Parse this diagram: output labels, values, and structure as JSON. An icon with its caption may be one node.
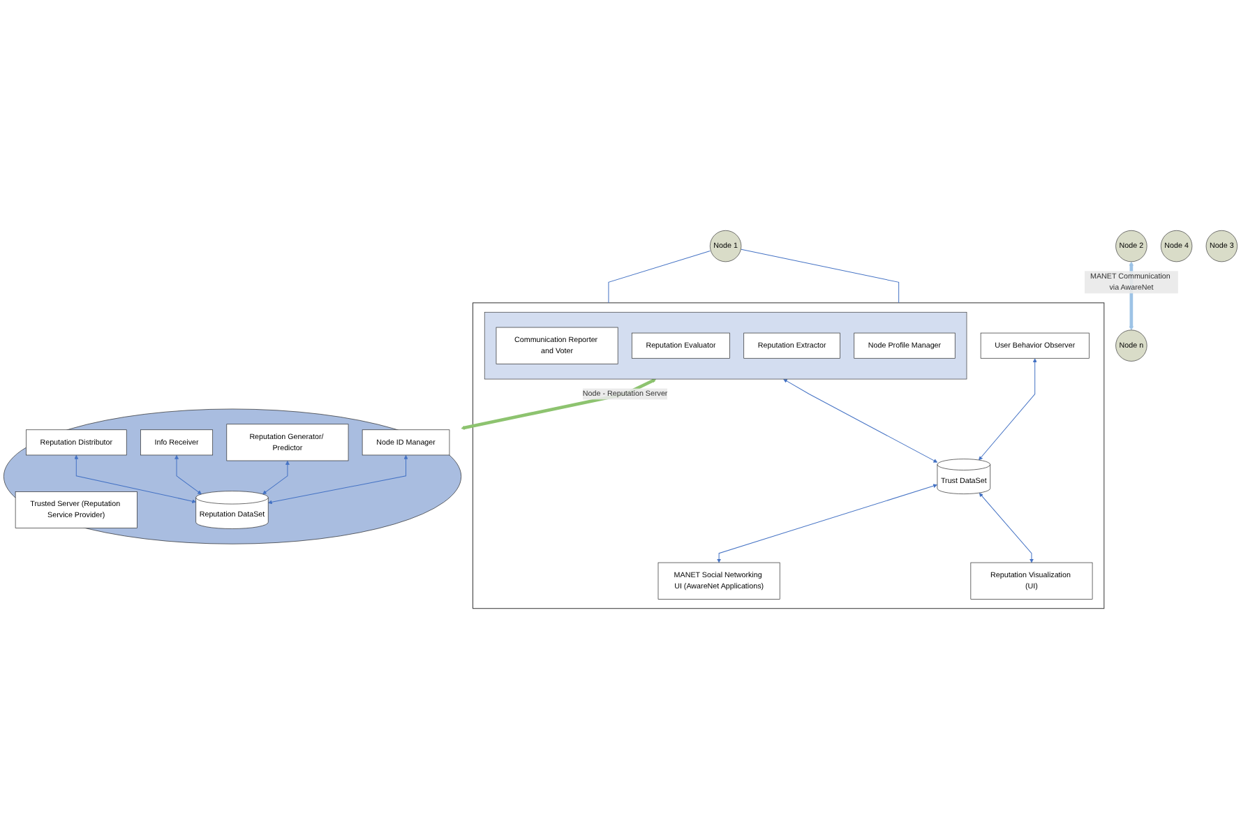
{
  "diagram": {
    "nodes": [
      {
        "text": [],
        "shape": "box"
      },
      {
        "text": [],
        "shape": "box",
        "in": 0
      },
      {
        "text": [
          "Communication Reporter and Voter"
        ],
        "in": 1
      },
      {
        "text": [
          "Reputation Evaluator"
        ],
        "in": 1
      },
      {
        "text": [
          "Reputation Extractor"
        ],
        "in": 1
      },
      {
        "text": [
          "Node Profile Manager"
        ],
        "in": 1
      },
      {
        "text": [
          "User Behavior Observer"
        ],
        "in": 0
      },
      {
        "text": [
          "Trust DataSet"
        ],
        "in": 0
      },
      {
        "text": [
          "MANET Social Networking UI (AwareNet Applications)"
        ],
        "in": 0
      },
      {
        "text": [
          "Reputation Visualization (UI)"
        ],
        "in": 0
      },
      {
        "text": [
          "Node 1"
        ]
      },
      {
        "text": [
          "Node n"
        ]
      },
      {
        "text": [
          "Node 2"
        ]
      },
      {
        "text": [
          "Node 4"
        ]
      },
      {
        "text": [
          "Node 3"
        ]
      },
      {
        "text": [],
        "shape": "ellipse"
      },
      {
        "text": [
          "Trusted Server (Reputation Service Provider)"
        ],
        "in": 15
      },
      {
        "text": [
          "Reputation Distributor"
        ],
        "in": 15
      },
      {
        "text": [
          "Info Receiver"
        ],
        "in": 15
      },
      {
        "text": [
          "Reputation Generator/ Predictor"
        ],
        "in": 15
      },
      {
        "text": [
          "Node ID Manager"
        ],
        "in": 15
      },
      {
        "text": [
          "Reputation DataSet"
        ],
        "in": 15
      }
    ],
    "edges": [
      {
        "from": 1,
        "to": 7,
        "arrow": "both"
      },
      {
        "from": 6,
        "to": 7,
        "arrow": "both"
      },
      {
        "from": 7,
        "to": 8,
        "arrow": "both"
      },
      {
        "from": 7,
        "to": 9,
        "arrow": "both"
      },
      {
        "from": 10,
        "to": 0,
        "arrow": "none"
      },
      {
        "from": 10,
        "to": 0,
        "arrow": "none"
      },
      {
        "from": 12,
        "to": 11,
        "arrow": "both",
        "label": "MANET Communication via AwareNet",
        "style": "thick",
        "color": "#9dc3e6"
      },
      {
        "from": 1,
        "to": 15,
        "arrow": "both",
        "label": "Node - Reputation Server",
        "style": "thick",
        "color": "#8dc36f"
      },
      {
        "from": 17,
        "to": 21,
        "arrow": "both"
      },
      {
        "from": 18,
        "to": 21,
        "arrow": "both"
      },
      {
        "from": 19,
        "to": 21,
        "arrow": "both"
      },
      {
        "from": 20,
        "to": 21,
        "arrow": "both"
      }
    ]
  }
}
